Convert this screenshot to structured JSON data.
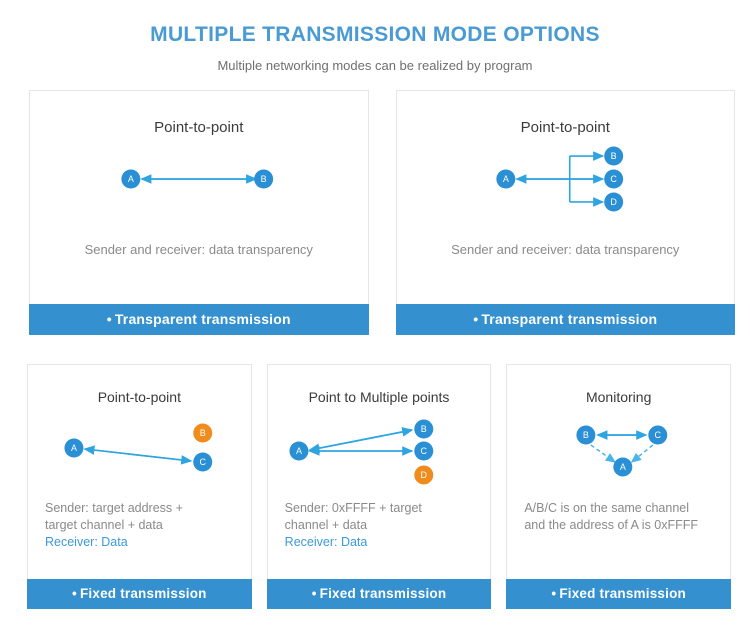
{
  "header": {
    "title": "MULTIPLE TRANSMISSION MODE OPTIONS",
    "subtitle": "Multiple networking modes can be realized by program",
    "title_color": "#4a9bd4"
  },
  "theme": {
    "banner_blue": "#3490cf",
    "node_blue": "#2a8fd4",
    "node_orange": "#f08c1e",
    "arrow_blue": "#2fa5e0",
    "accent_text_blue": "#3c9ad8",
    "body_gray": "#8a8a8a"
  },
  "bullet": "•",
  "cards": {
    "top": [
      {
        "title": "Point-to-point",
        "description": "Sender and receiver: data transparency",
        "banner": "Transparent transmission",
        "nodes": [
          {
            "id": "A",
            "label": "A",
            "color": "#2a8fd4"
          },
          {
            "id": "B",
            "label": "B",
            "color": "#2a8fd4"
          }
        ]
      },
      {
        "title": "Point-to-point",
        "description": "Sender and receiver: data transparency",
        "banner": "Transparent transmission",
        "nodes": [
          {
            "id": "A",
            "label": "A",
            "color": "#2a8fd4"
          },
          {
            "id": "B",
            "label": "B",
            "color": "#2a8fd4"
          },
          {
            "id": "C",
            "label": "C",
            "color": "#2a8fd4"
          },
          {
            "id": "D",
            "label": "D",
            "color": "#2a8fd4"
          }
        ]
      }
    ],
    "bottom": [
      {
        "title": "Point-to-point",
        "description_line1": "Sender: target address +",
        "description_line2": "target channel + data",
        "description_accent": "Receiver: Data",
        "banner": "Fixed transmission",
        "nodes": [
          {
            "id": "A",
            "label": "A",
            "color": "#2a8fd4"
          },
          {
            "id": "B",
            "label": "B",
            "color": "#f08c1e"
          },
          {
            "id": "C",
            "label": "C",
            "color": "#2a8fd4"
          }
        ]
      },
      {
        "title": "Point to Multiple points",
        "description_line1": "Sender: 0xFFFF + target",
        "description_line2": "channel + data",
        "description_accent": "Receiver: Data",
        "banner": "Fixed transmission",
        "nodes": [
          {
            "id": "A",
            "label": "A",
            "color": "#2a8fd4"
          },
          {
            "id": "B",
            "label": "B",
            "color": "#2a8fd4"
          },
          {
            "id": "C",
            "label": "C",
            "color": "#2a8fd4"
          },
          {
            "id": "D",
            "label": "D",
            "color": "#f08c1e"
          }
        ]
      },
      {
        "title": "Monitoring",
        "description_line1": "A/B/C is on the same channel",
        "description_line2": "and the address of A is 0xFFFF",
        "description_accent": "",
        "banner": "Fixed transmission",
        "nodes": [
          {
            "id": "B",
            "label": "B",
            "color": "#2a8fd4"
          },
          {
            "id": "C",
            "label": "C",
            "color": "#2a8fd4"
          },
          {
            "id": "A",
            "label": "A",
            "color": "#2a8fd4"
          }
        ]
      }
    ]
  }
}
